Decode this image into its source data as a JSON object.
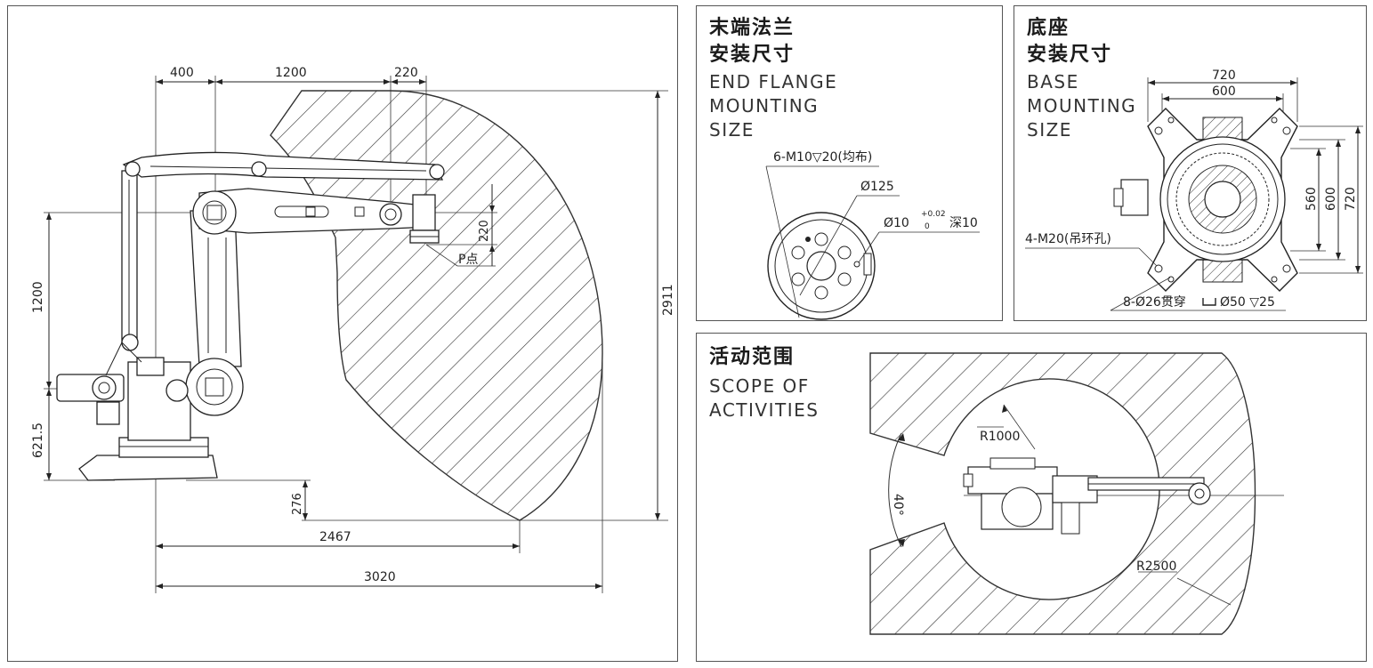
{
  "side_view": {
    "dims": {
      "top_400": "400",
      "top_1200": "1200",
      "top_220": "220",
      "right_2911": "2911",
      "left_1200": "1200",
      "left_621_5": "621.5",
      "small_220": "220",
      "p_point": "P点",
      "bottom_276": "276",
      "bottom_2467": "2467",
      "bottom_3020": "3020"
    }
  },
  "flange": {
    "title_cn_1": "末端法兰",
    "title_cn_2": "安装尺寸",
    "title_en_1": "END FLANGE",
    "title_en_2": "MOUNTING",
    "title_en_3": "SIZE",
    "label_holes": "6-M10▽20(均布)",
    "label_d125": "Ø125",
    "label_d10": "Ø10",
    "label_tol_top": "+0.02",
    "label_tol_bot": "0",
    "label_depth": "深10"
  },
  "base": {
    "title_cn_1": "底座",
    "title_cn_2": "安装尺寸",
    "title_en_1": "BASE",
    "title_en_2": "MOUNTING",
    "title_en_3": "SIZE",
    "dim_720_top": "720",
    "dim_600_top": "600",
    "dim_560": "560",
    "dim_600_side": "600",
    "dim_720_side": "720",
    "label_lift": "4-M20(吊环孔)",
    "label_holes": "8-Ø26贯穿",
    "label_counterbore": "Ø50 ▽25"
  },
  "scope": {
    "title_cn": "活动范围",
    "title_en_1": "SCOPE OF",
    "title_en_2": "ACTIVITIES",
    "r_inner": "R1000",
    "r_outer": "R2500",
    "angle": "40°"
  }
}
